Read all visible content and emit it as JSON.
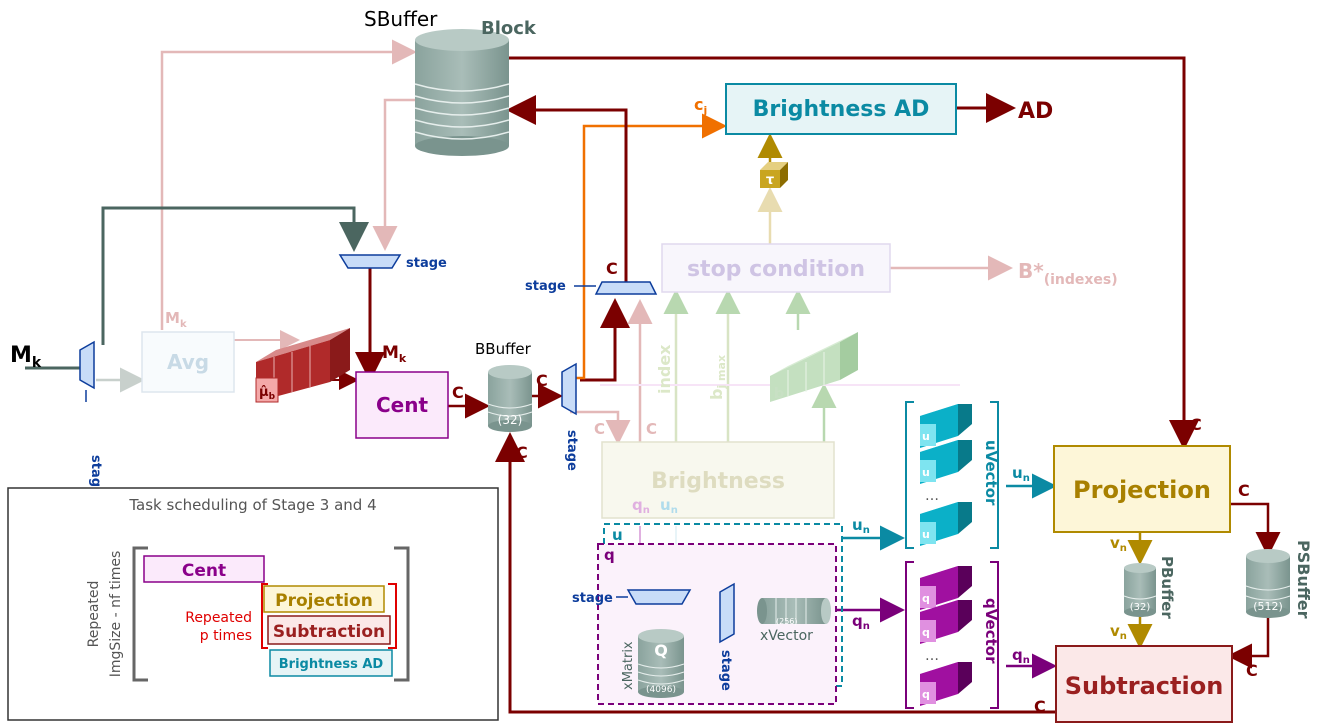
{
  "labels": {
    "sbuffer": "SBuffer",
    "block": "Block",
    "brightness_ad": "Brightness AD",
    "ad": "AD",
    "cj": "c",
    "cj_sub": "j",
    "tau": "τ",
    "stop_condition": "stop condition",
    "b_star": "B*",
    "b_star_sub": "(indexes)",
    "stage": "stage",
    "c": "C",
    "mk": "M",
    "mk_sub": "k",
    "avg": "Avg",
    "mu": "μ̂",
    "mu_sub": "b",
    "cent": "Cent",
    "bbuffer": "BBuffer",
    "bbuffer_cap": "(32)",
    "index": "index",
    "bjmax": "b",
    "bjmax_sub": "j max",
    "b": "b",
    "brightness": "Brightness",
    "uvector": "uVector",
    "qvector": "qVector",
    "projection": "Projection",
    "subtraction": "Subtraction",
    "pbuffer": "PBuffer",
    "pbuffer_cap": "(32)",
    "psbuffer": "PSBuffer",
    "psbuffer_cap": "(512)",
    "u": "u",
    "q": "q",
    "un": "u",
    "qn": "q",
    "vn": "v",
    "n": "n",
    "xvector": "xVector",
    "xvector_cap": "(256)",
    "xmatrix": "xMatrix",
    "xmatrix_cap": "(4096)",
    "Q": "Q",
    "ellipsis": "…"
  },
  "task_box": {
    "title": "Task scheduling of Stage 3 and 4",
    "repeated_outer_1": "Repeated",
    "repeated_outer_2": "ImgSize - nf  times",
    "repeated_inner_1": "Repeated",
    "repeated_inner_2": "p times",
    "cent": "Cent",
    "projection": "Projection",
    "subtraction": "Subtraction",
    "brightness_ad": "Brightness AD"
  },
  "colors": {
    "darkred": "#7b0000",
    "pink": "#e3b8b8",
    "teal": "#0b8aa3",
    "purple": "#7a007a",
    "gold": "#b08a00",
    "navy": "#0d2d8c",
    "orange": "#f07000",
    "slate": "#55706a"
  }
}
